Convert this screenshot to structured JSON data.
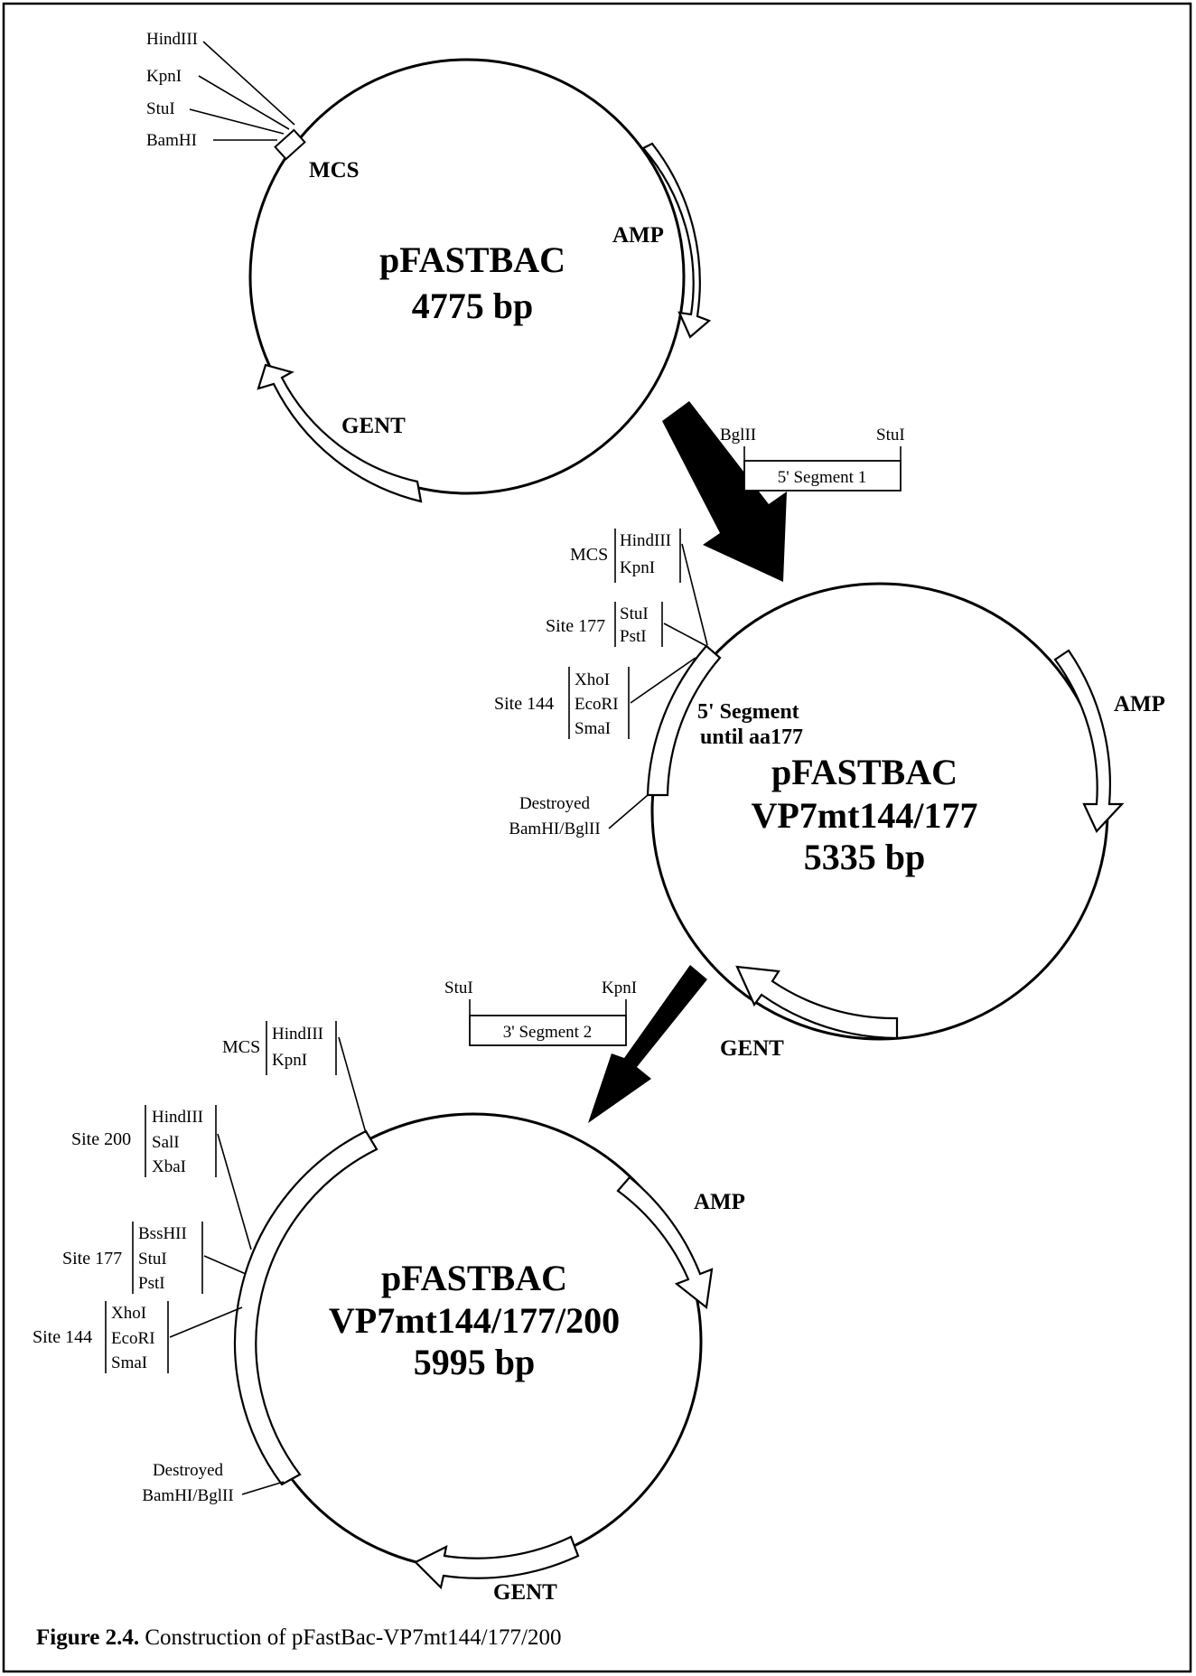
{
  "plasmid1": {
    "name": "pFASTBAC",
    "size": "4775 bp",
    "mcs_label": "MCS",
    "amp_label": "AMP",
    "gent_label": "GENT",
    "sites": [
      "HindIII",
      "KpnI",
      "StuI",
      "BamHI"
    ]
  },
  "segment1": {
    "left_site": "BglII",
    "right_site": "StuI",
    "label": "5' Segment 1"
  },
  "plasmid2": {
    "name": "pFASTBAC",
    "construct": "VP7mt144/177",
    "size": "5335 bp",
    "amp_label": "AMP",
    "gent_label": "GENT",
    "insert_label_1": "5' Segment",
    "insert_label_2": "until aa177",
    "mcs": {
      "label": "MCS",
      "sites": [
        "HindIII",
        "KpnI"
      ]
    },
    "site177": {
      "label": "Site 177",
      "sites": [
        "StuI",
        "PstI"
      ]
    },
    "site144": {
      "label": "Site 144",
      "sites": [
        "XhoI",
        "EcoRI",
        "SmaI"
      ]
    },
    "destroyed": {
      "line1": "Destroyed",
      "line2": "BamHI/BglII"
    }
  },
  "segment2": {
    "left_site": "StuI",
    "right_site": "KpnI",
    "label": "3' Segment 2"
  },
  "plasmid3": {
    "name": "pFASTBAC",
    "construct": "VP7mt144/177/200",
    "size": "5995 bp",
    "amp_label": "AMP",
    "gent_label": "GENT",
    "mcs": {
      "label": "MCS",
      "sites": [
        "HindIII",
        "KpnI"
      ]
    },
    "site200": {
      "label": "Site 200",
      "sites": [
        "HindIII",
        "SalI",
        "XbaI"
      ]
    },
    "site177": {
      "label": "Site 177",
      "sites": [
        "BssHII",
        "StuI",
        "PstI"
      ]
    },
    "site144": {
      "label": "Site 144",
      "sites": [
        "XhoI",
        "EcoRI",
        "SmaI"
      ]
    },
    "destroyed": {
      "line1": "Destroyed",
      "line2": "BamHI/BglII"
    }
  },
  "caption": {
    "label": "Figure 2.4.",
    "text": " Construction of pFastBac-VP7mt144/177/200"
  }
}
